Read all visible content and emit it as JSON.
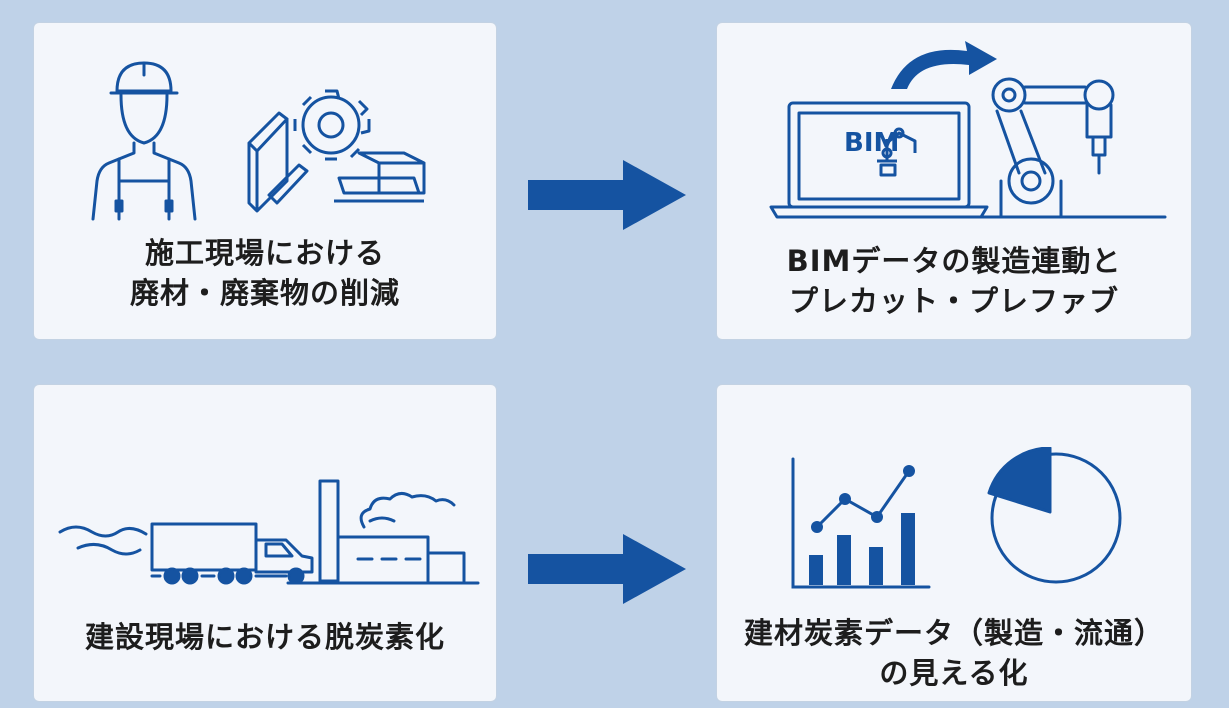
{
  "cards": {
    "top_left": {
      "line1": "施工現場における",
      "line2": "廃材・廃棄物の削減"
    },
    "top_right": {
      "line1": "BIMデータの製造連動と",
      "line2": "プレカット・プレファブ",
      "screen_label": "BIM"
    },
    "bottom_left": {
      "line1": "建設現場における脱炭素化"
    },
    "bottom_right": {
      "line1": "建材炭素データ（製造・流通）",
      "line2": "の見える化"
    }
  },
  "colors": {
    "accent": "#1553a1",
    "card_bg": "#f3f6fb",
    "page_bg": "#bfd2e8",
    "text": "#1d1d1d"
  },
  "icons": [
    "worker-icon",
    "gear-materials-icon",
    "laptop-bim-icon",
    "robot-arm-icon",
    "curved-arrow-icon",
    "truck-icon",
    "factory-icon",
    "bar-line-chart-icon",
    "pie-chart-icon",
    "right-arrow-icon"
  ]
}
